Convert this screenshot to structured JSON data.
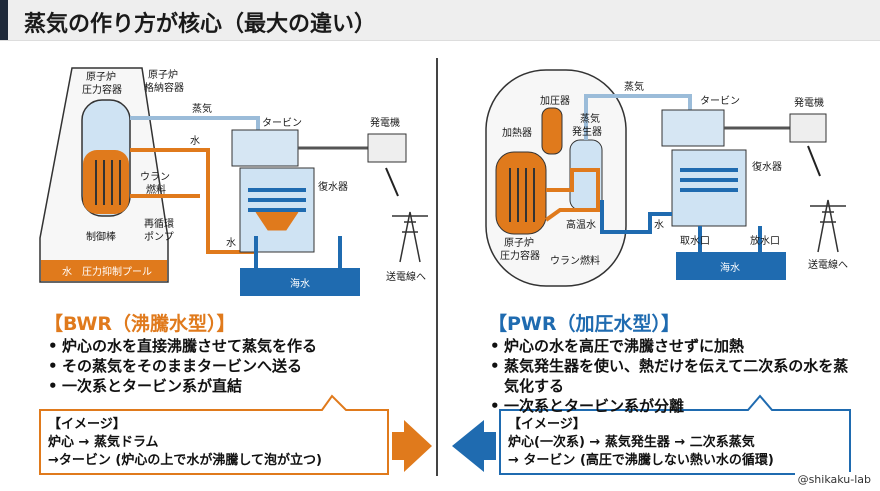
{
  "title": "蒸気の作り方が核心（最大の違い）",
  "bwr": {
    "diagram": {
      "reactor_vessel": "原子炉\n圧力容器",
      "containment": "原子炉\n格納容器",
      "steam": "蒸気",
      "water_top": "水",
      "turbine": "タービン",
      "generator": "発電機",
      "uranium_fuel": "ウラン\n燃料",
      "condenser": "復水器",
      "recirc_pump": "再循環\nポンプ",
      "control_rods": "制御棒",
      "water_bottom": "水",
      "pool": "水　圧力抑制プール",
      "seawater": "海水",
      "power_line": "送電線へ"
    },
    "heading": "【BWR（沸騰水型）】",
    "bullets": [
      "炉心の水を直接沸騰させて蒸気を作る",
      "その蒸気をそのままタービンへ送る",
      "一次系とタービン系が直結"
    ],
    "image_box": {
      "title": "【イメージ】",
      "line1": "炉心 → 蒸気ドラム",
      "line2": "→タービン (炉心の上で水が沸騰して泡が立つ)"
    }
  },
  "pwr": {
    "diagram": {
      "pressurizer": "加圧器",
      "heater": "加熱器",
      "steam_generator": "蒸気\n発生器",
      "steam": "蒸気",
      "turbine": "タービン",
      "generator": "発電機",
      "condenser": "復水器",
      "water": "水",
      "high_temp_water": "高温水",
      "reactor_vessel": "原子炉\n圧力容器",
      "uranium_fuel": "ウラン燃料",
      "intake": "取水口",
      "discharge": "放水口",
      "seawater": "海水",
      "power_line": "送電線へ"
    },
    "heading": "【PWR（加圧水型）】",
    "bullets": [
      "炉心の水を高圧で沸騰させずに加熱",
      "蒸気発生器を使い、熱だけを伝えて二次系の水を蒸気化する",
      "一次系とタービン系が分離"
    ],
    "image_box": {
      "title": "【イメージ】",
      "line1": "炉心(一次系) → 蒸気発生器 → 二次系蒸気",
      "line2": "→ タービン (高圧で沸騰しない熱い水の循環)"
    }
  },
  "credit": "@shikaku-lab",
  "colors": {
    "orange": "#e07a1c",
    "blue": "#1f6bb0",
    "dark": "#1f2a3a"
  }
}
